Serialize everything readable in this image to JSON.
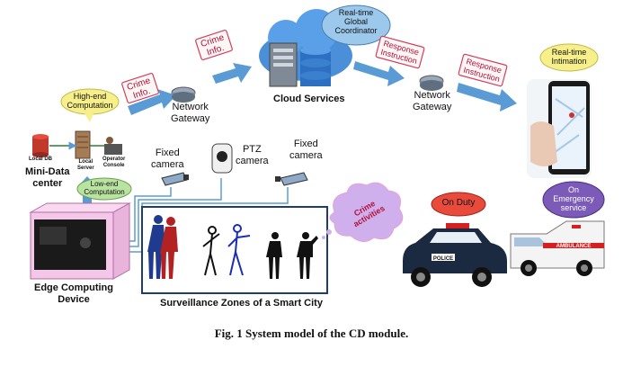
{
  "nodes": {
    "mini_data_center": "Mini-Data\ncenter",
    "local_db": "Local DB",
    "local_server": "Local\nServer",
    "operator_console": "Operator\nConsole",
    "edge_device": "Edge Computing\nDevice",
    "network_gateway_left": "Network\nGateway",
    "network_gateway_right": "Network\nGateway",
    "cloud_services": "Cloud Services",
    "fixed_camera_left": "Fixed\ncamera",
    "ptz_camera": "PTZ\ncamera",
    "fixed_camera_right": "Fixed\ncamera",
    "surveillance_zone": "Surveillance Zones of a Smart City",
    "police_car_plate": "POLICE",
    "ambulance_plate": "AMBULANCE"
  },
  "bubbles": {
    "high_end": "High-end\nComputation",
    "low_end": "Low-end\nComputation",
    "realtime_coordinator": "Real-time\nGlobal\nCoordinator",
    "realtime_intimation": "Real-time\nIntimation",
    "crime_activities": "Crime\nactivities",
    "on_duty": "On Duty",
    "on_emergency": "On\nEmergency\nservice"
  },
  "arrow_tags": {
    "crime_info_1": "Crime\nInfo.",
    "crime_info_2": "Crime\nInfo.",
    "response_1": "Response\nInstruction",
    "response_2": "Response\nInstruction"
  },
  "caption": "Fig. 1 System model of the CD module.",
  "colors": {
    "arrow_blue": "#5b9bd5",
    "bubble_yellow": "#f7f08a",
    "bubble_green": "#b9e3a0",
    "bubble_blue": "#9cc8ec",
    "bubble_purple": "#7b5ab8",
    "bubble_red": "#e84a3c",
    "crime_cloud": "#c8a8e8",
    "tag_border": "#d0405e",
    "edge_box": "#f4c7e8"
  }
}
